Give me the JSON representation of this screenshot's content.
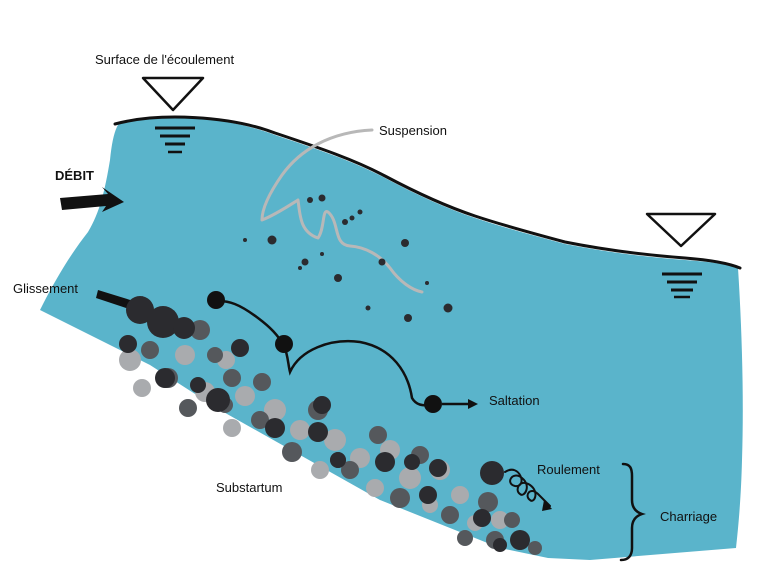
{
  "labels": {
    "surface": "Surface de l'écoulement",
    "debit": "DÉBIT",
    "suspension": "Suspension",
    "glissement": "Glissement",
    "saltation": "Saltation",
    "roulement": "Roulement",
    "substratum": "Substartum",
    "charriage": "Charriage"
  },
  "colors": {
    "water": "#5ab4cb",
    "outline": "#111111",
    "suspension_path": "#b8b8b8",
    "stone_dark": "#2b2b2f",
    "stone_mid": "#55585c",
    "stone_light": "#a9abae"
  },
  "icons": [
    "water-level-triangle-icon",
    "flow-arrow-icon",
    "arrow-icon"
  ]
}
